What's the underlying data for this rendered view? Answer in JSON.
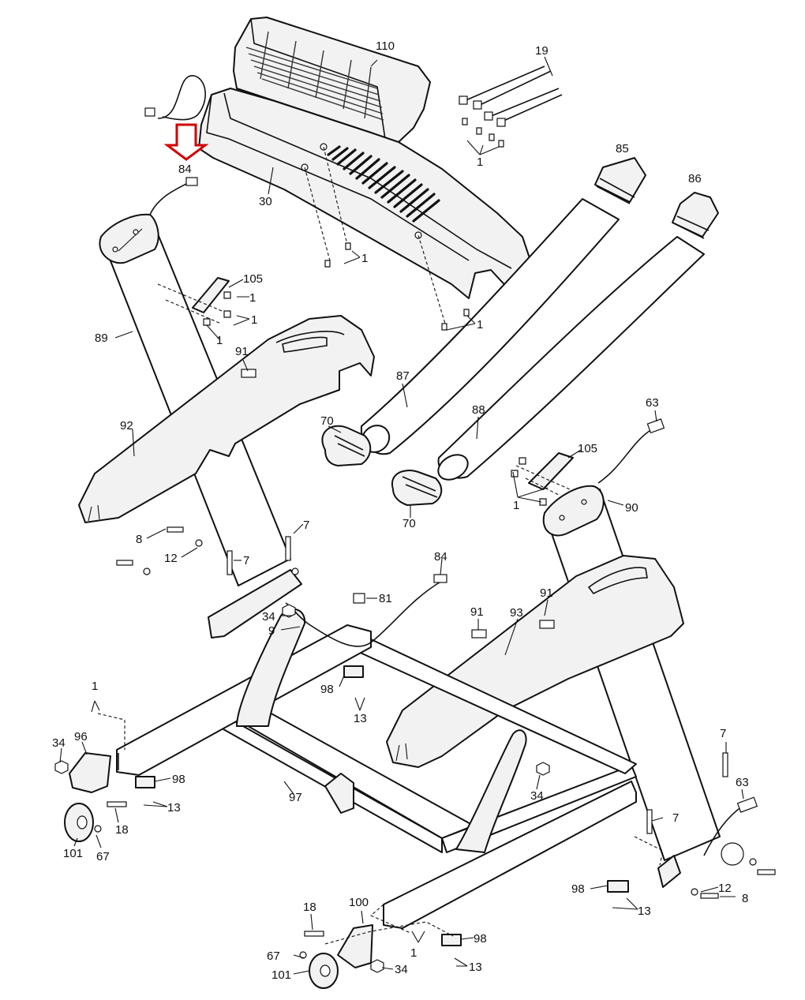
{
  "labels": {
    "l110": "110",
    "l19": "19",
    "l1a": "1",
    "l85": "85",
    "l86": "86",
    "l84a": "84",
    "l30": "30",
    "l1b": "1",
    "l105a": "105",
    "l1c": "1",
    "l1d": "1",
    "l1e": "1",
    "l89": "89",
    "l1f": "1",
    "l91a": "91",
    "l87": "87",
    "l88": "88",
    "l92": "92",
    "l70a": "70",
    "l70b": "70",
    "l63a": "63",
    "l105b": "105",
    "l1g": "1",
    "l90": "90",
    "l7a": "7",
    "l8a": "8",
    "l12a": "12",
    "l7b": "7",
    "l84b": "84",
    "l81": "81",
    "l91b": "91",
    "l91c": "91",
    "l93": "93",
    "l34a": "34",
    "l9": "9",
    "l98a": "98",
    "l13a": "13",
    "l1h": "1",
    "l34b": "34",
    "l96": "96",
    "l98b": "98",
    "l13b": "13",
    "l18a": "18",
    "l101a": "101",
    "l67a": "67",
    "l97": "97",
    "l34c": "34",
    "l7c": "7",
    "l63b": "63",
    "l7d": "7",
    "l12b": "12",
    "l8b": "8",
    "l98c": "98",
    "l13c": "13",
    "l18b": "18",
    "l100": "100",
    "l98d": "98",
    "l1i": "1",
    "l67b": "67",
    "l34d": "34",
    "l101b": "101",
    "l13d": "13"
  },
  "colors": {
    "highlight_arrow": "#d10000",
    "line": "#111111",
    "part_fill": "#f2f2f2"
  },
  "icons": {
    "highlight": "down-arrow-icon"
  }
}
